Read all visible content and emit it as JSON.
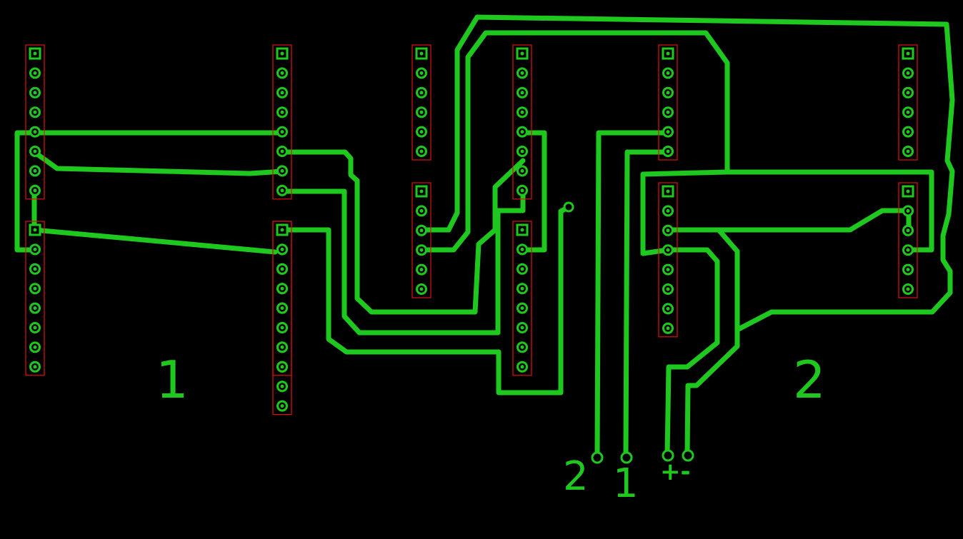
{
  "colors": {
    "background": "#000000",
    "copper": "#1ec81e",
    "outline": "#e01010"
  },
  "headers": [
    {
      "id": "header-a",
      "pins": 8
    },
    {
      "id": "header-b",
      "pins": 8
    },
    {
      "id": "header-c",
      "pins": 8
    },
    {
      "id": "header-d",
      "pins": 8
    },
    {
      "id": "header-e",
      "pins": 10
    },
    {
      "id": "header-f",
      "pins": 6
    },
    {
      "id": "header-g",
      "pins": 6
    },
    {
      "id": "header-h",
      "pins": 8
    },
    {
      "id": "header-i",
      "pins": 8
    },
    {
      "id": "header-j",
      "pins": 6
    },
    {
      "id": "header-k",
      "pins": 8
    },
    {
      "id": "header-l",
      "pins": 6
    },
    {
      "id": "header-m",
      "pins": 6
    }
  ],
  "labels": {
    "group_left": "1",
    "group_right": "2",
    "terminal_2": "2",
    "terminal_1": "1",
    "power": "+-"
  }
}
